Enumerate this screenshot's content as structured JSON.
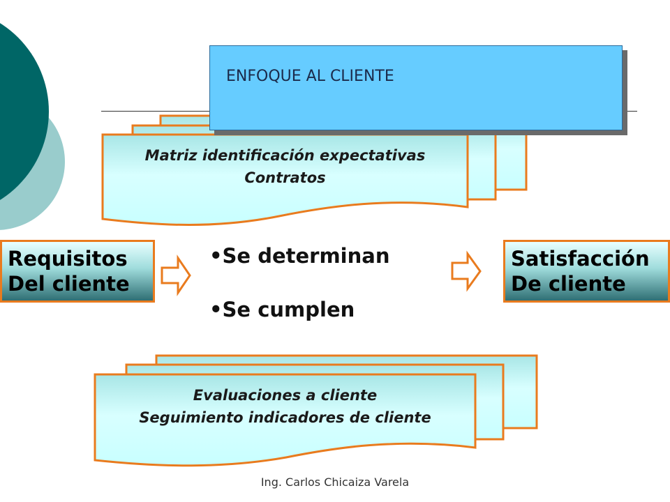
{
  "title": "ENFOQUE AL CLIENTE",
  "top_stack": {
    "line1": "Matriz identificación expectativas",
    "line2": "Contratos"
  },
  "left_box": {
    "line1": "Requisitos",
    "line2": "Del cliente"
  },
  "right_box": {
    "line1": "Satisfacción",
    "line2": "De cliente"
  },
  "bullets": [
    "Se determinan",
    "Se cumplen"
  ],
  "bottom_stack": {
    "line1": "Evaluaciones a cliente",
    "line2": "Seguimiento indicadores de cliente"
  },
  "footer": "Ing. Carlos Chicaiza Varela",
  "colors": {
    "teal_dark": "#006666",
    "teal_light": "#99cccc",
    "title_fill": "#66ccff",
    "orange_border": "#e97b1e",
    "doc_fill_light": "#ccffff"
  }
}
